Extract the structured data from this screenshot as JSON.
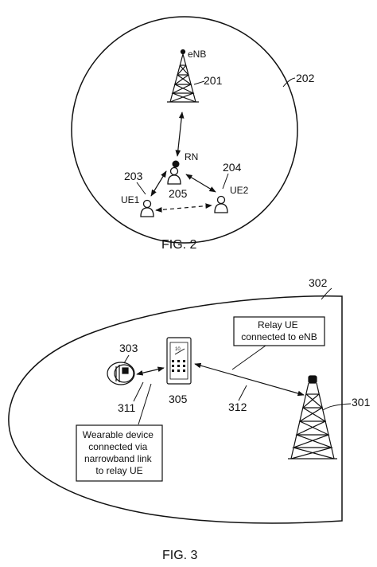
{
  "fig2": {
    "caption": "FIG. 2",
    "enb_label": "eNB",
    "enb_ref": "201",
    "cell_ref": "202",
    "rn_label": "RN",
    "rn_ref": "205",
    "ue1_label": "UE1",
    "ue1_ref": "203",
    "ue2_label": "UE2",
    "ue2_ref": "204"
  },
  "fig3": {
    "caption": "FIG. 3",
    "cell_ref": "302",
    "tower_ref": "301",
    "wearable_ref": "303",
    "relay_ref": "305",
    "narrowband_link_ref": "311",
    "cellular_link_ref": "312",
    "relay_box": [
      "Relay UE",
      "connected to eNB"
    ],
    "wearable_box": [
      "Wearable device",
      "connected via",
      "narrowband link",
      "to relay UE"
    ],
    "watch_display": "10"
  }
}
